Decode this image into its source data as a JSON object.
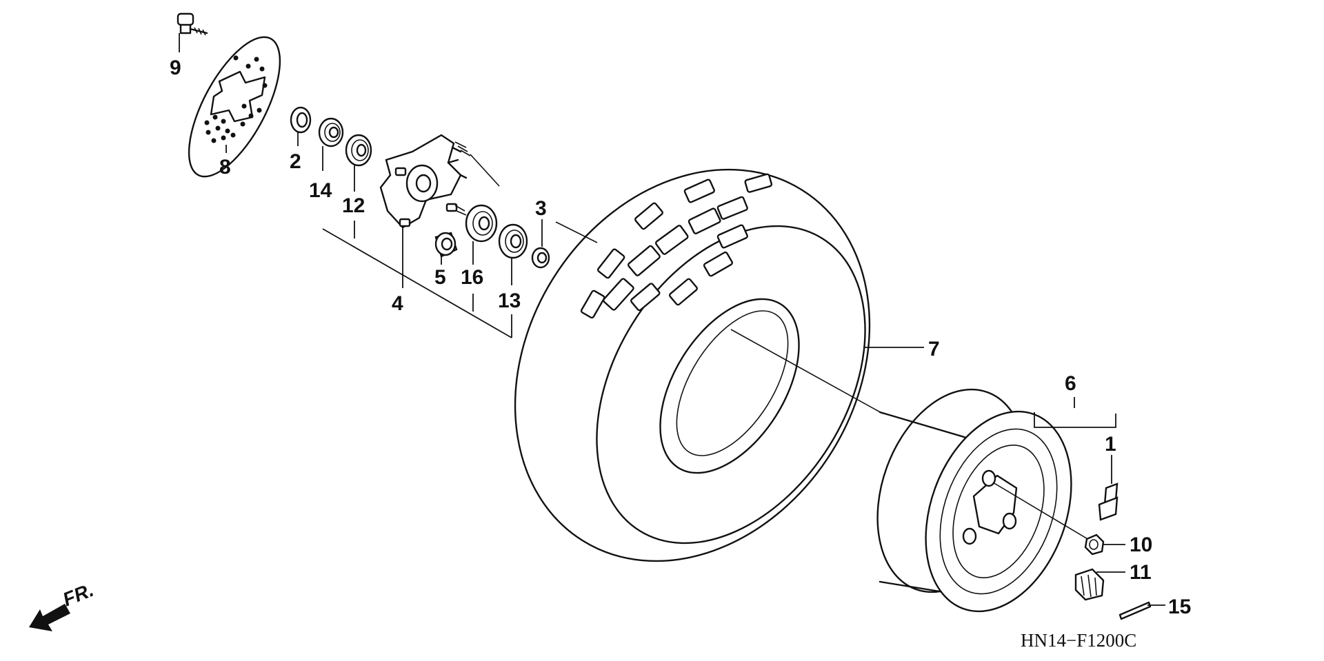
{
  "diagram_code": "HN14−F1200C",
  "direction_label": "FR.",
  "callouts": [
    {
      "id": "p1",
      "number": "1"
    },
    {
      "id": "p2",
      "number": "2"
    },
    {
      "id": "p3",
      "number": "3"
    },
    {
      "id": "p4",
      "number": "4"
    },
    {
      "id": "p5",
      "number": "5"
    },
    {
      "id": "p6",
      "number": "6"
    },
    {
      "id": "p7",
      "number": "7"
    },
    {
      "id": "p8",
      "number": "8"
    },
    {
      "id": "p9",
      "number": "9"
    },
    {
      "id": "p10",
      "number": "10"
    },
    {
      "id": "p11",
      "number": "11"
    },
    {
      "id": "p12",
      "number": "12"
    },
    {
      "id": "p13",
      "number": "13"
    },
    {
      "id": "p14",
      "number": "14"
    },
    {
      "id": "p15",
      "number": "15"
    },
    {
      "id": "p16",
      "number": "16"
    }
  ]
}
